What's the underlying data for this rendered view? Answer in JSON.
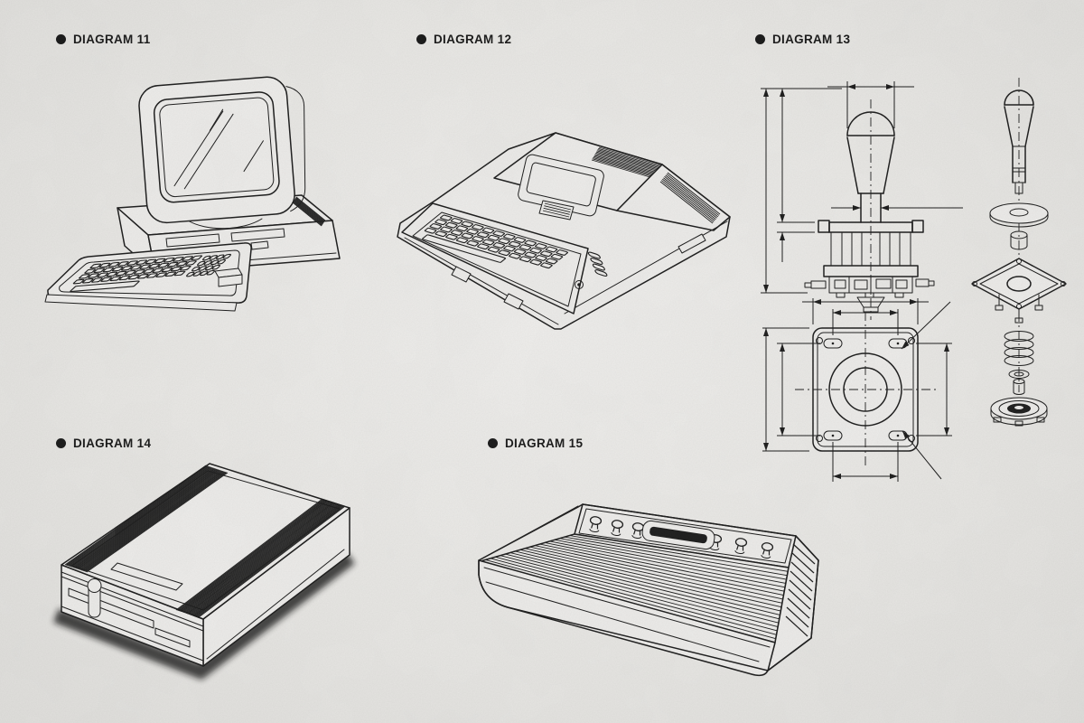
{
  "page": {
    "paper_color": "#e9e8e5",
    "ink_color": "#1a1a1a"
  },
  "figures": [
    {
      "id": "diagram-11",
      "label": "DIAGRAM 11",
      "depicts": "desktop computer with CRT monitor, disk-drive base and detached keyboard"
    },
    {
      "id": "diagram-12",
      "label": "DIAGRAM 12",
      "depicts": "wedge-shaped home computer with keyboard and cartridge door"
    },
    {
      "id": "diagram-13",
      "label": "DIAGRAM 13",
      "depicts": "arcade joystick: dimensioned side view, exploded view and mounting plate plan view"
    },
    {
      "id": "diagram-14",
      "label": "DIAGRAM 14",
      "depicts": "floppy disk drive unit with ventilation slots and front loading slot"
    },
    {
      "id": "diagram-15",
      "label": "DIAGRAM 15",
      "depicts": "ribbed video game console with switch row and cartridge slot"
    }
  ]
}
